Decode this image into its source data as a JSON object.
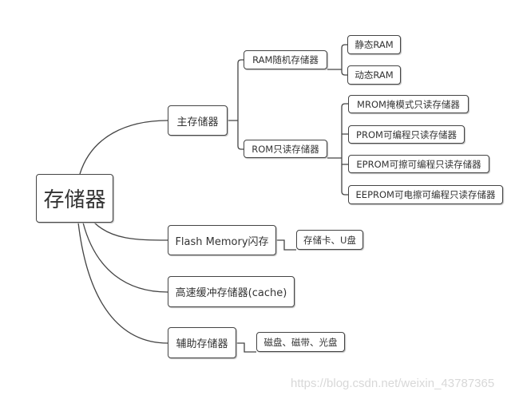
{
  "root": "存储器",
  "main_memory": {
    "label": "主存储器",
    "ram": {
      "label": "RAM随机存储器",
      "children": [
        "静态RAM",
        "动态RAM"
      ]
    },
    "rom": {
      "label": "ROM只读存储器",
      "children": [
        "MROM掩模式只读存储器",
        "PROM可编程只读存储器",
        "EPROM可擦可编程只读存储器",
        "EEPROM可电擦可编程只读存储器"
      ]
    }
  },
  "flash": {
    "label": "Flash Memory闪存",
    "child": "存储卡、U盘"
  },
  "cache": {
    "label": "高速缓冲存储器(cache)"
  },
  "auxiliary": {
    "label": "辅助存储器",
    "child": "磁盘、磁带、光盘"
  },
  "watermark": "https://blog.csdn.net/weixin_43787365",
  "colors": {
    "line": "#444444",
    "border": "#444444"
  }
}
